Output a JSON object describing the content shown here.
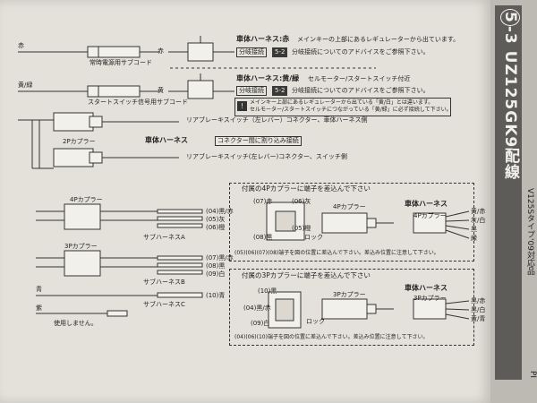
{
  "header": {
    "section_badge": "5",
    "title": "-3 UZ125GK9配線",
    "subtitle": "V125Sタイプ'09対応品",
    "page_mark": "PI"
  },
  "row1": {
    "left_color": "赤",
    "sub_cord": "常時電源用サブコード",
    "mid_color": "赤",
    "harness_label": "車体ハーネス:赤",
    "harness_note": "メインキーの上部にあるレギュレーターから出ています。",
    "branch_tag": "分岐接続",
    "ref_tag": "5-2",
    "advice": "分岐接続についてのアドバイスをご参照下さい。"
  },
  "row2": {
    "left_color": "黄/緑",
    "sub_cord": "スタートスイッチ信号用サブコード",
    "mid_color": "黄",
    "harness_label": "車体ハーネス:黄/緑",
    "harness_note": "セルモーター/スタートスイッチ付近",
    "branch_tag": "分岐接続",
    "ref_tag": "5-2",
    "advice": "分岐接続についてのアドバイスをご参照下さい。",
    "warn_line1": "メインキー上部にあるレギュレーターから出ている「黄/白」とは違います。",
    "warn_line2": "セルモーター/スタートスイッチにつながっている「黄/緑」に必ず接続して下さい。"
  },
  "brake": {
    "upper_note": "リアブレーキスイッチ（左レバー）コネクター、車体ハーネス側",
    "coupler_label": "2Pカプラー",
    "harness_label": "車体ハーネス",
    "insert_tag": "コネクター間に割り込み接続",
    "lower_note": "リアブレーキスイッチ(左レバー)コネクター、スイッチ側"
  },
  "sub_a": {
    "coupler_label": "4Pカプラー",
    "name": "サブハーネスA",
    "wires": [
      "(04)黒/赤",
      "(05)灰",
      "(06)橙"
    ]
  },
  "sub_b": {
    "coupler_label": "3Pカプラー",
    "name": "サブハーネスB",
    "wires": [
      "(07)黒/赤",
      "(08)黒",
      "(09)白"
    ]
  },
  "sub_c": {
    "name": "サブハーネスC",
    "top_color": "青",
    "wire": "(10)青",
    "lower_color": "紫",
    "unused": "使用しません。"
  },
  "box4p": {
    "title": "付属の4Pカプラーに端子を差込んで下さい",
    "pins_top": [
      "(07)赤",
      "(06)灰"
    ],
    "pins_bottom": [
      "(08)黒",
      "(05)橙"
    ],
    "lock": "ロック",
    "coupler": "4Pカプラー",
    "harness_label": "車体ハーネス",
    "harness_coupler": "4Pカプラー",
    "harness_wires": [
      "黄/赤",
      "灰/白",
      "黒",
      "緑"
    ],
    "note": "(05)(06)(07)(08)端子を図の位置に差込んで下さい。差込み位置に注意して下さい。"
  },
  "box3p": {
    "title": "付属の3Pカプラーに端子を差込んで下さい",
    "pins": [
      "(10)黒",
      "(04)黒/赤",
      "(09)白"
    ],
    "lock": "ロック",
    "coupler": "3Pカプラー",
    "harness_label": "車体ハーネス",
    "harness_coupler": "3Pカプラー",
    "harness_wires": [
      "黒/赤",
      "黒/白",
      "黄/青"
    ],
    "note": "(04)(06)(10)端子を図の位置に差込んで下さい。差込み位置に注意して下さい。"
  }
}
